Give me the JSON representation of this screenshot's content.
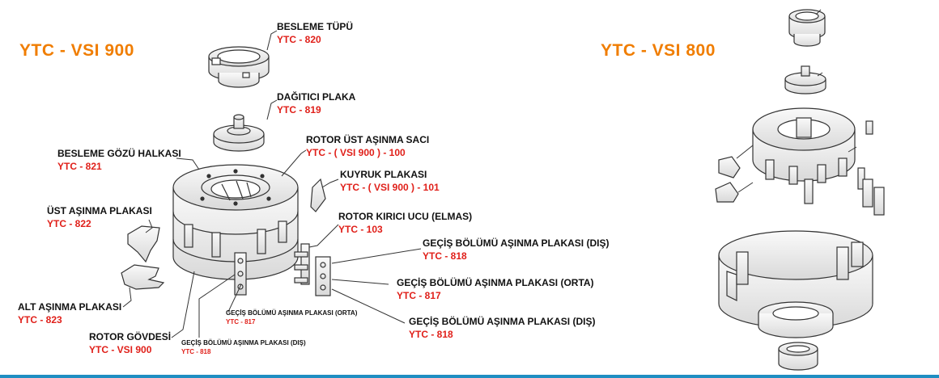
{
  "models": {
    "left": "YTC - VSI 900",
    "right": "YTC - VSI 800"
  },
  "parts": {
    "besleme_tupu": {
      "name": "BESLEME TÜPÜ",
      "code": "YTC - 820"
    },
    "dagitici_plaka": {
      "name": "DAĞITICI PLAKA",
      "code": "YTC - 819"
    },
    "rotor_ust_asinma_saci": {
      "name": "ROTOR ÜST AŞINMA SACI",
      "code": "YTC - ( VSI 900 ) - 100"
    },
    "besleme_gozu_halkasi": {
      "name": "BESLEME GÖZÜ HALKASI",
      "code": "YTC - 821"
    },
    "kuyruk_plakasi": {
      "name": "KUYRUK PLAKASI",
      "code": "YTC - ( VSI 900 ) - 101"
    },
    "ust_asinma_plakasi": {
      "name": "ÜST AŞINMA PLAKASI",
      "code": "YTC - 822"
    },
    "rotor_kirici_ucu": {
      "name": "ROTOR KIRICI UCU (ELMAS)",
      "code": "YTC - 103"
    },
    "gecis_dis_top": {
      "name": "GEÇİŞ BÖLÜMÜ AŞINMA PLAKASI (DIŞ)",
      "code": "YTC - 818"
    },
    "gecis_orta": {
      "name": "GEÇİŞ BÖLÜMÜ AŞINMA PLAKASI (ORTA)",
      "code": "YTC - 817"
    },
    "alt_asinma_plakasi": {
      "name": "ALT AŞINMA PLAKASI",
      "code": "YTC - 823"
    },
    "gecis_dis_bottom": {
      "name": "GEÇİŞ BÖLÜMÜ AŞINMA PLAKASI (DIŞ)",
      "code": "YTC - 818"
    },
    "rotor_govdesi": {
      "name": "ROTOR GÖVDESİ",
      "code": "YTC - VSI 900"
    },
    "gecis_orta_small": {
      "name": "GEÇİŞ BÖLÜMÜ AŞINMA PLAKASI (ORTA)",
      "code": "YTC - 817"
    },
    "gecis_dis_small": {
      "name": "GEÇİŞ BÖLÜMÜ AŞINMA PLAKASI (DIŞ)",
      "code": "YTC - 818"
    }
  },
  "colors": {
    "model_title": "#f07d00",
    "part_code": "#e0201a",
    "part_name": "#111111",
    "line_art": "#333333",
    "bottom_bar": "#1f8ec2"
  }
}
